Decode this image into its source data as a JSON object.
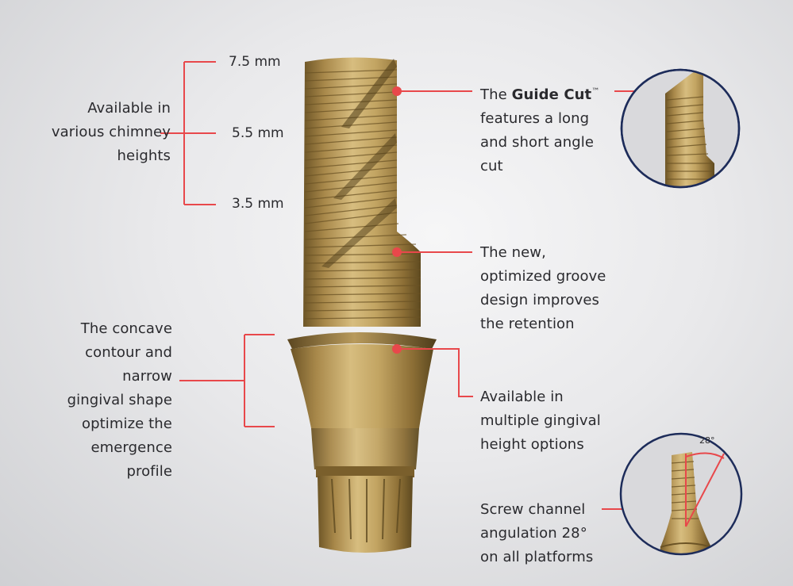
{
  "chimney": {
    "heights": [
      "7.5  mm",
      "5.5 mm",
      "3.5 mm"
    ],
    "label": [
      "Available in",
      "various chimney",
      "heights"
    ]
  },
  "guide_cut": {
    "prefix": "The ",
    "name": "Guide Cut",
    "trademark": "™",
    "lines": [
      "features a long",
      "and short angle",
      "cut"
    ]
  },
  "groove": {
    "lines": [
      "The new,",
      "optimized groove",
      "design improves",
      "the retention"
    ]
  },
  "concave": {
    "lines": [
      "The concave",
      "contour and",
      "narrow",
      "gingival shape",
      "optimize the",
      "emergence",
      "profile"
    ]
  },
  "gingival": {
    "lines": [
      "Available in",
      "multiple gingival",
      "height options"
    ]
  },
  "screw": {
    "lines": [
      "Screw channel",
      "angulation 28°",
      "on all platforms"
    ],
    "angle_callout": "28°"
  },
  "colors": {
    "accent_line": "#e8484b",
    "circle_border": "#1d2c5a",
    "gold": "#b8954f",
    "text": "#2a2a2e"
  }
}
